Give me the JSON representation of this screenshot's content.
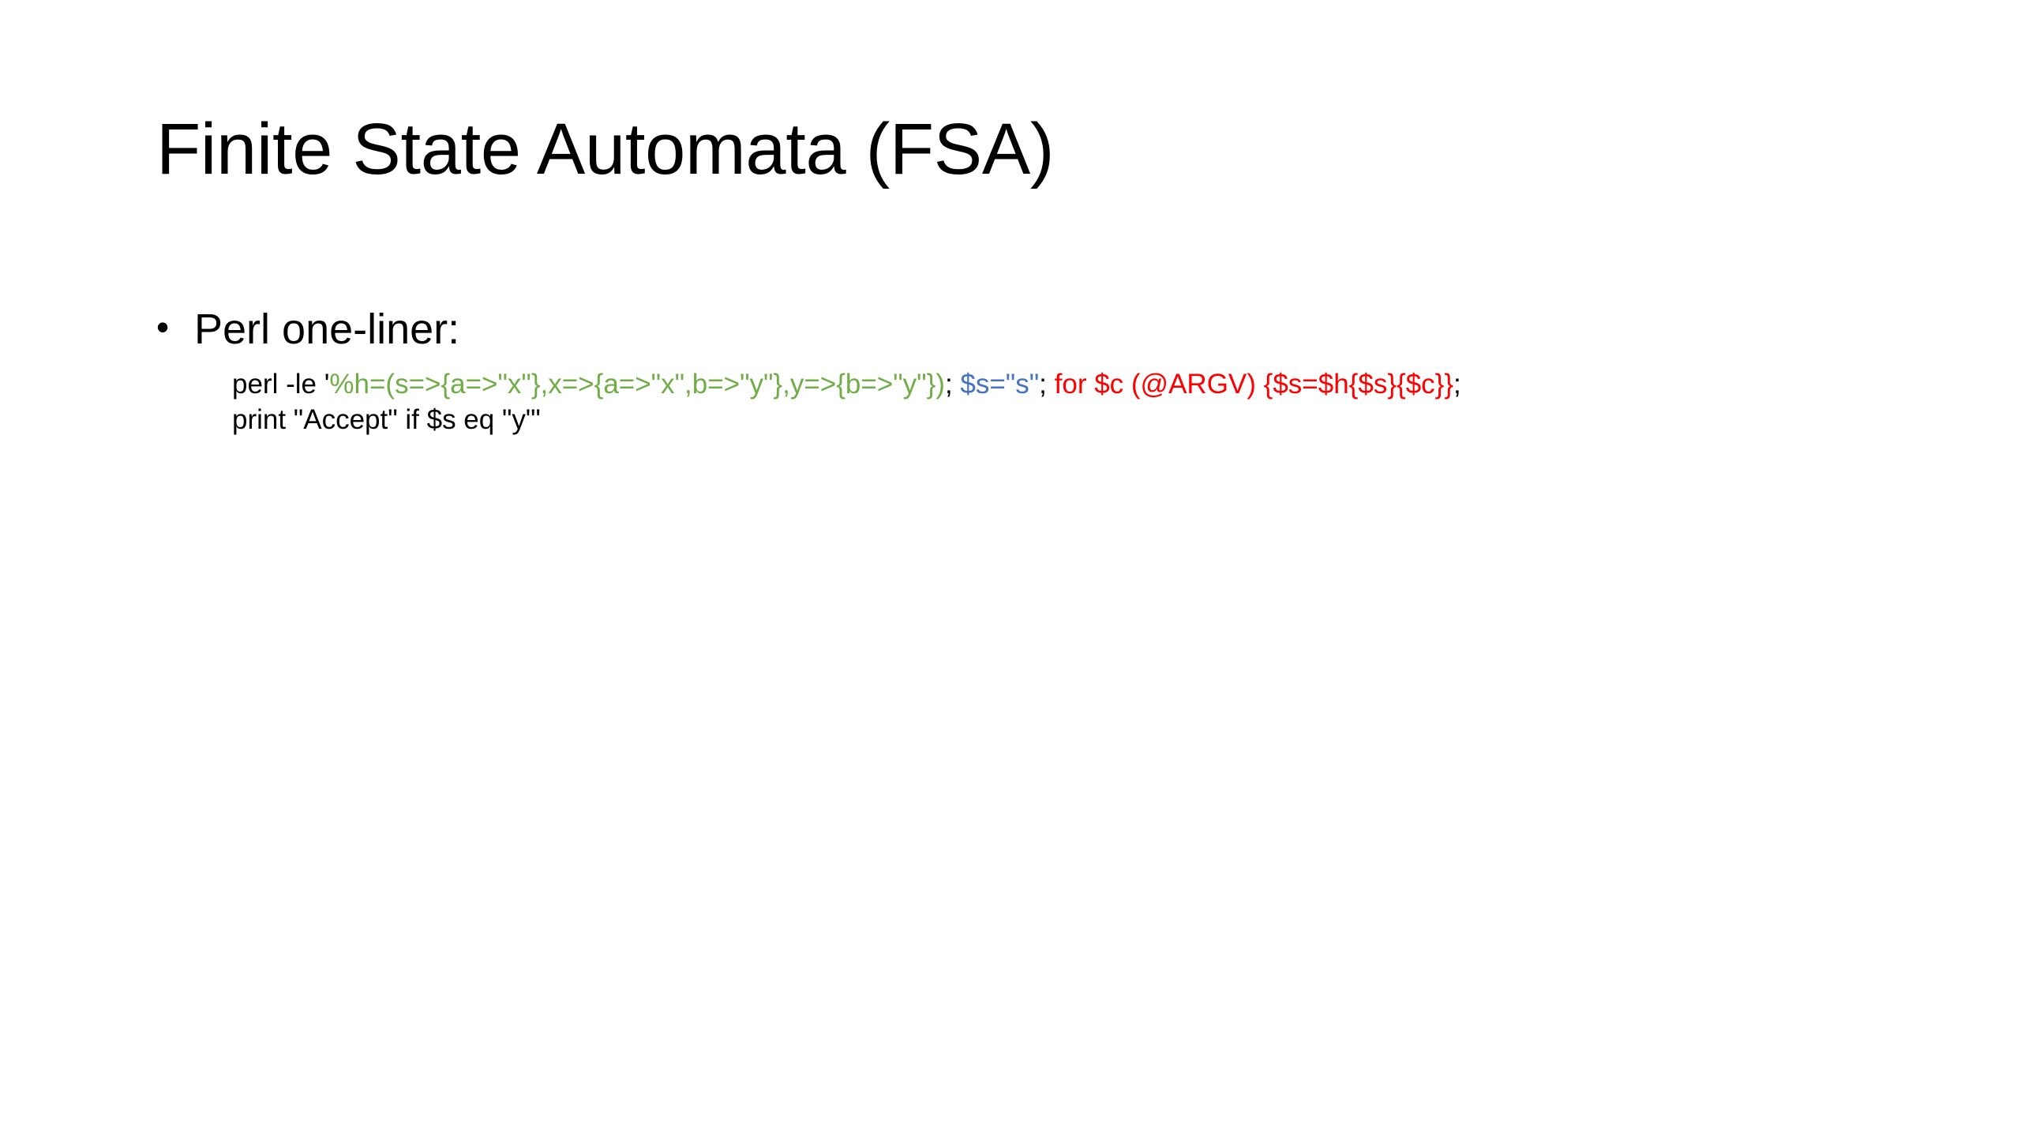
{
  "slide": {
    "background_color": "#FFFFFF",
    "title": "Finite State Automata (FSA)",
    "bullets": [
      {
        "marker": "•",
        "text": "Perl one-liner:"
      }
    ],
    "code": {
      "colors": {
        "default": "#000000",
        "green": "#70AD47",
        "blue": "#4472C4",
        "red": "#FF0000"
      },
      "full_text": "perl -le '%h=(s=>{a=>\"x\"},x=>{a=>\"x\",b=>\"y\"},y=>{b=>\"y\"}); $s=\"s\"; for $c (@ARGV) {$s=$h{$s}{$c}}; print \"Accept\" if $s eq \"y\"'",
      "lines": [
        {
          "tokens": [
            {
              "text": "perl -le '",
              "color": "#000000"
            },
            {
              "text": "%h=(s=>{a=>\"x\"},x=>{a=>\"x\",b=>\"y\"},y=>{b=>\"y\"})",
              "color": "#70AD47"
            },
            {
              "text": "; ",
              "color": "#000000"
            },
            {
              "text": "$s=\"s\"",
              "color": "#4472C4"
            },
            {
              "text": "; ",
              "color": "#000000"
            },
            {
              "text": "for $c (@ARGV) {$s=$h{$s}{$c}}",
              "color": "#FF0000"
            },
            {
              "text": ";",
              "color": "#000000"
            }
          ]
        },
        {
          "tokens": [
            {
              "text": "print \"Accept\" if $s eq \"y\"'",
              "color": "#000000"
            }
          ]
        }
      ]
    }
  }
}
